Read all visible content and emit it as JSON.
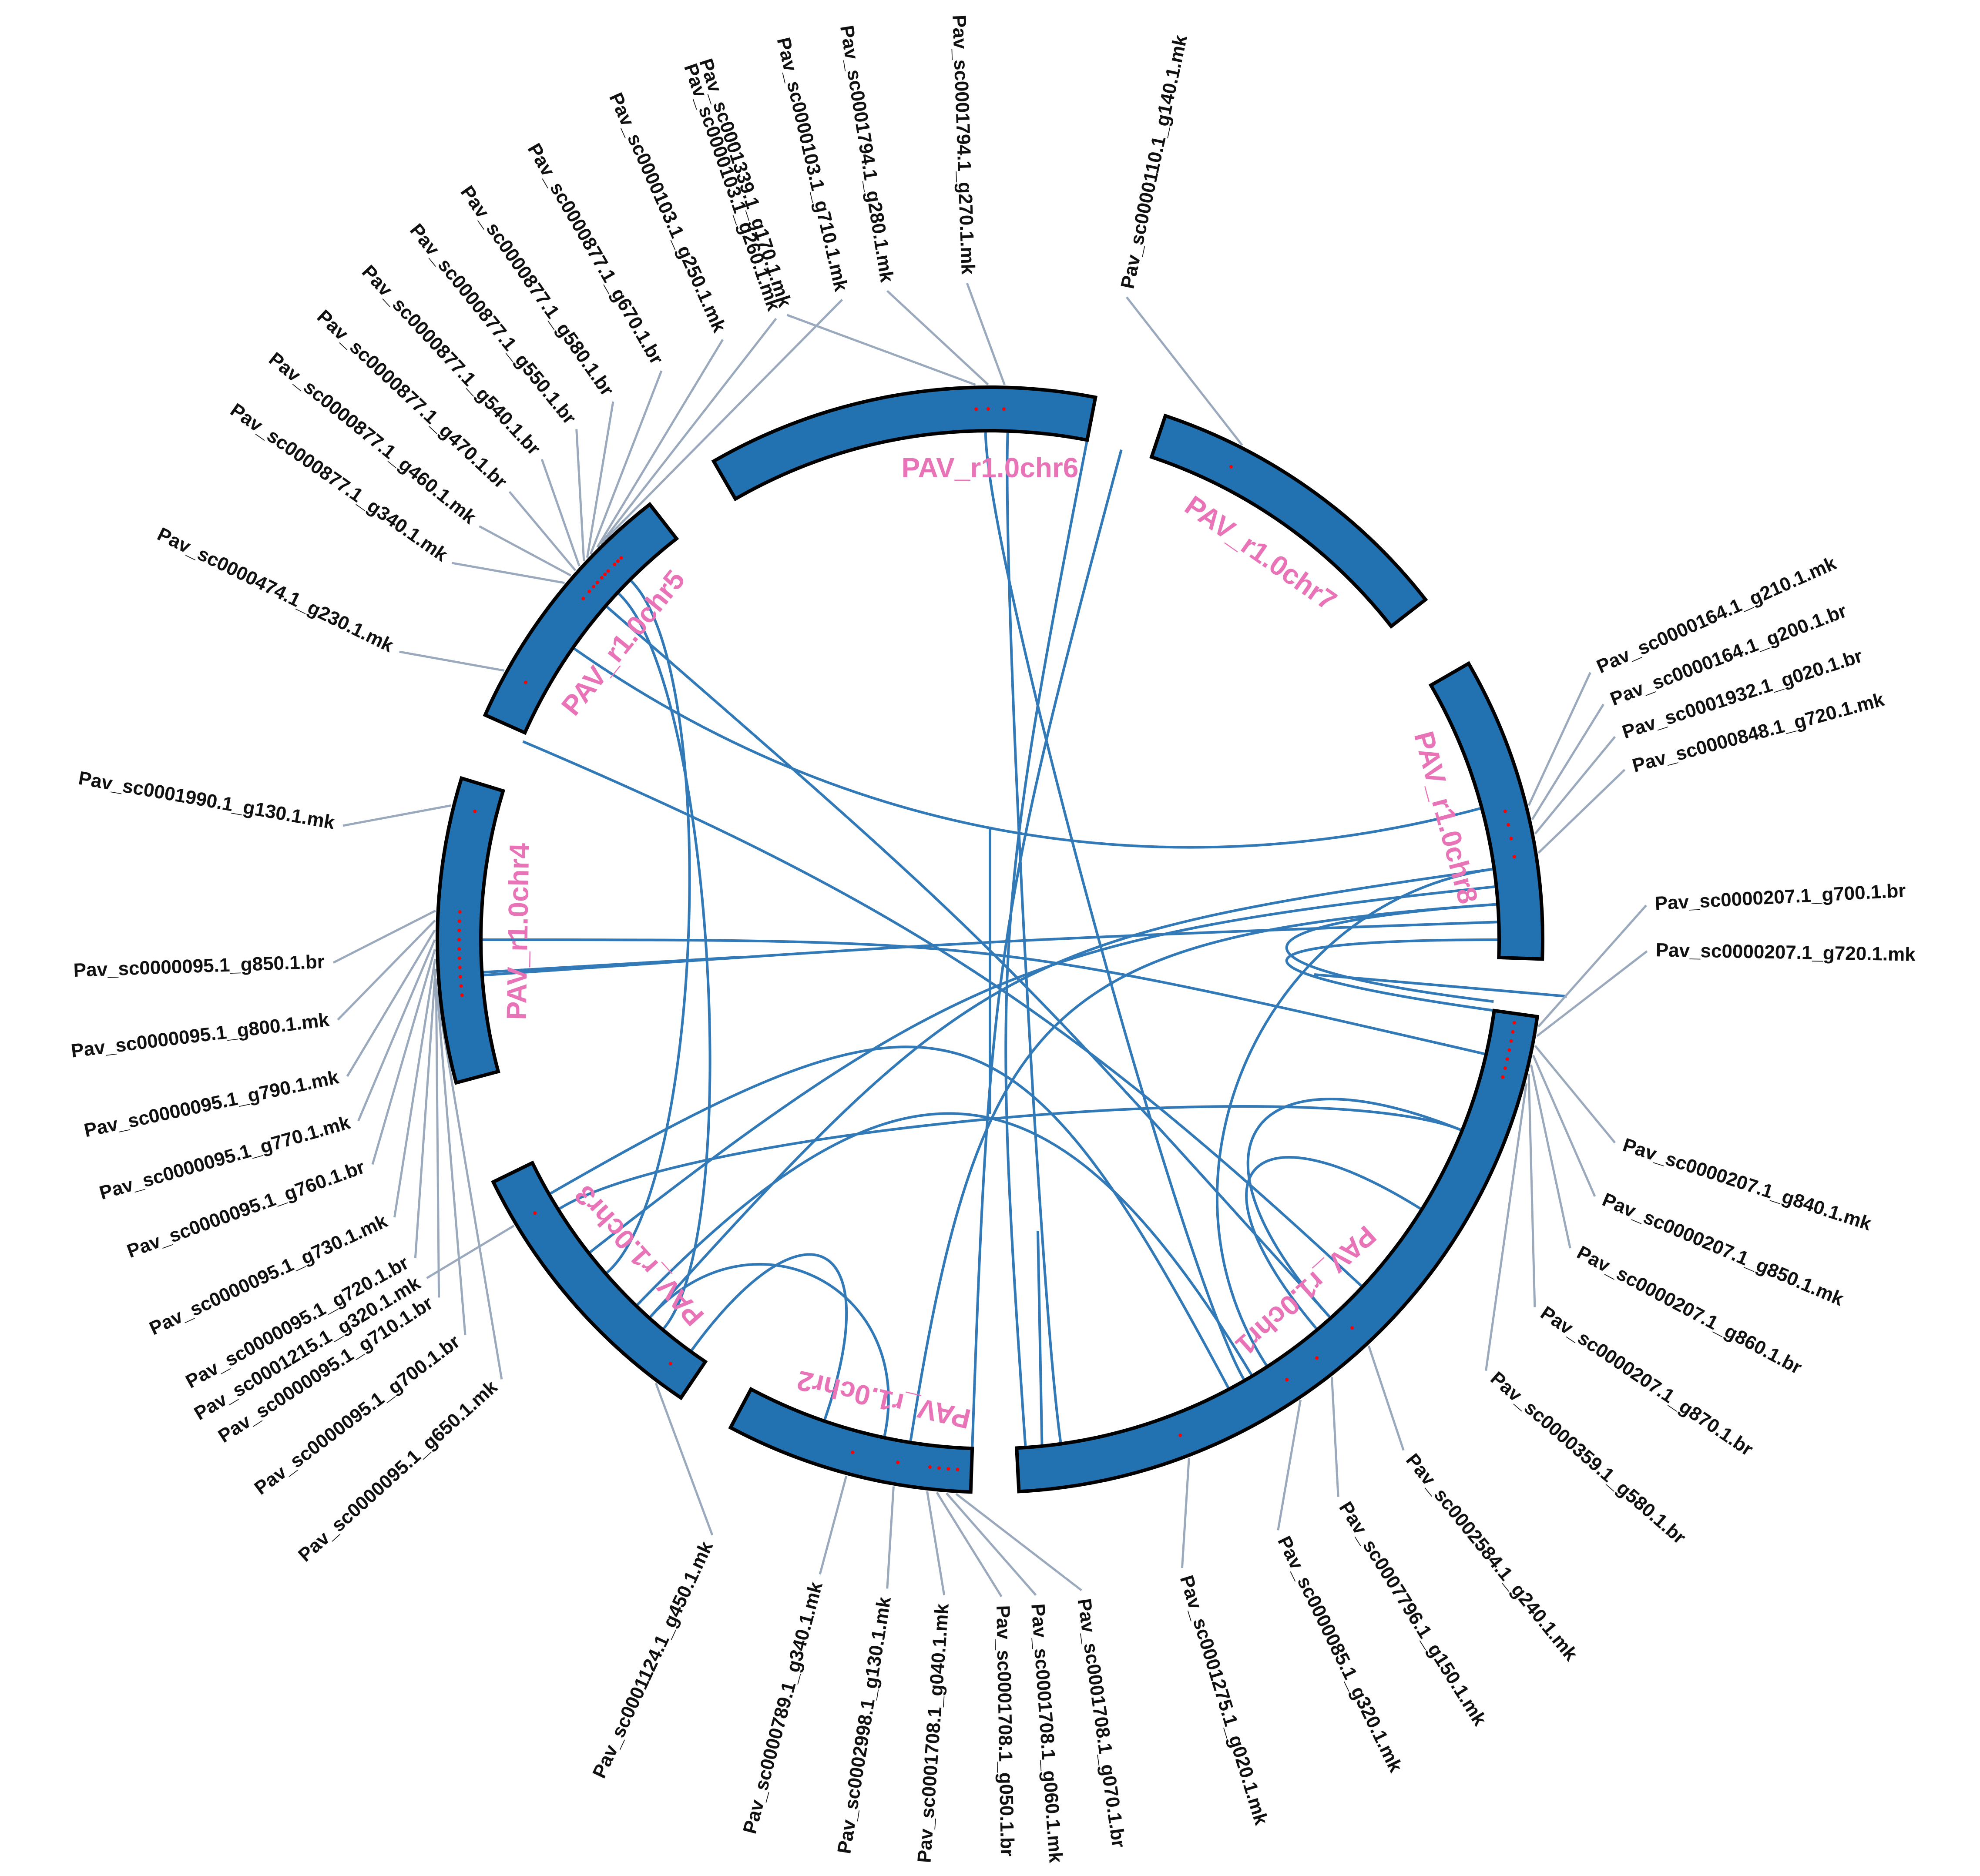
{
  "colors": {
    "chromosome_fill": "#2271b1",
    "chromosome_stroke": "#000000",
    "link": "#3279b7",
    "label": "#e873b7",
    "leader": "#9aa9bb",
    "marker": "#ff0000"
  },
  "chromosomes": [
    {
      "id": "chr1",
      "label": "PAV_r1.0chr1"
    },
    {
      "id": "chr2",
      "label": "PAV_r1.0chr2"
    },
    {
      "id": "chr3",
      "label": "PAV_r1.0chr3"
    },
    {
      "id": "chr4",
      "label": "PAV_r1.0chr4"
    },
    {
      "id": "chr5",
      "label": "PAV_r1.0chr5"
    },
    {
      "id": "chr6",
      "label": "PAV_r1.0chr6"
    },
    {
      "id": "chr7",
      "label": "PAV_r1.0chr7"
    },
    {
      "id": "chr8",
      "label": "PAV_r1.0chr8"
    }
  ],
  "genes": [
    {
      "label": "Pav_sc0001339.1_g170.1.mk"
    },
    {
      "label": "Pav_sc0001794.1_g280.1.mk"
    },
    {
      "label": "Pav_sc0001794.1_g270.1.mk"
    },
    {
      "label": "Pav_sc0000110.1_g140.1.mk"
    },
    {
      "label": "Pav_sc0000164.1_g210.1.mk"
    },
    {
      "label": "Pav_sc0000164.1_g200.1.br"
    },
    {
      "label": "Pav_sc0001932.1_g020.1.br"
    },
    {
      "label": "Pav_sc0000848.1_g720.1.mk"
    },
    {
      "label": "Pav_sc0000207.1_g700.1.br"
    },
    {
      "label": "Pav_sc0000207.1_g720.1.mk"
    },
    {
      "label": "Pav_sc0000207.1_g840.1.mk"
    },
    {
      "label": "Pav_sc0000207.1_g850.1.mk"
    },
    {
      "label": "Pav_sc0000207.1_g860.1.br"
    },
    {
      "label": "Pav_sc0000207.1_g870.1.br"
    },
    {
      "label": "Pav_sc0000359.1_g580.1.br"
    },
    {
      "label": "Pav_sc0002584.1_g240.1.mk"
    },
    {
      "label": "Pav_sc0007796.1_g150.1.mk"
    },
    {
      "label": "Pav_sc0000085.1_g320.1.mk"
    },
    {
      "label": "Pav_sc0001275.1_g020.1.mk"
    },
    {
      "label": "Pav_sc0001708.1_g070.1.br"
    },
    {
      "label": "Pav_sc0001708.1_g060.1.mk"
    },
    {
      "label": "Pav_sc0001708.1_g050.1.br"
    },
    {
      "label": "Pav_sc0001708.1_g040.1.mk"
    },
    {
      "label": "Pav_sc0002998.1_g130.1.mk"
    },
    {
      "label": "Pav_sc0000789.1_g340.1.mk"
    },
    {
      "label": "Pav_sc0001124.1_g450.1.mk"
    },
    {
      "label": "Pav_sc0001215.1_g320.1.mk"
    },
    {
      "label": "Pav_sc0000095.1_g650.1.mk"
    },
    {
      "label": "Pav_sc0000095.1_g700.1.br"
    },
    {
      "label": "Pav_sc0000095.1_g710.1.br"
    },
    {
      "label": "Pav_sc0000095.1_g720.1.br"
    },
    {
      "label": "Pav_sc0000095.1_g730.1.mk"
    },
    {
      "label": "Pav_sc0000095.1_g760.1.br"
    },
    {
      "label": "Pav_sc0000095.1_g770.1.mk"
    },
    {
      "label": "Pav_sc0000095.1_g790.1.mk"
    },
    {
      "label": "Pav_sc0000095.1_g800.1.mk"
    },
    {
      "label": "Pav_sc0000095.1_g850.1.br"
    },
    {
      "label": "Pav_sc0001990.1_g130.1.mk"
    },
    {
      "label": "Pav_sc0000474.1_g230.1.mk"
    },
    {
      "label": "Pav_sc0000877.1_g340.1.mk"
    },
    {
      "label": "Pav_sc0000877.1_g460.1.mk"
    },
    {
      "label": "Pav_sc0000877.1_g470.1.br"
    },
    {
      "label": "Pav_sc0000877.1_g540.1.br"
    },
    {
      "label": "Pav_sc0000877.1_g550.1.br"
    },
    {
      "label": "Pav_sc0000877.1_g580.1.br"
    },
    {
      "label": "Pav_sc0000877.1_g670.1.br"
    },
    {
      "label": "Pav_sc0000103.1_g250.1.mk"
    },
    {
      "label": "Pav_sc0000103.1_g260.1.mk"
    },
    {
      "label": "Pav_sc0000103.1_g710.1.mk"
    }
  ]
}
